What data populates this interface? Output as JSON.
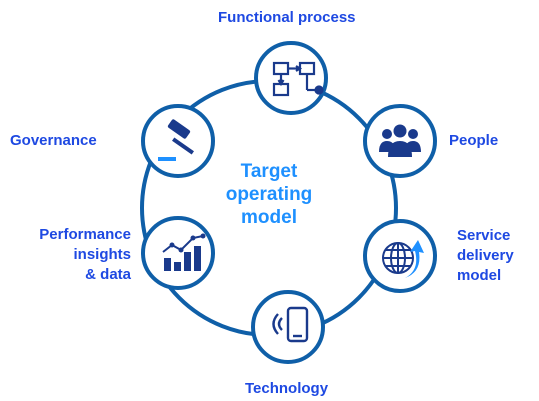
{
  "center": {
    "lines": [
      "Target",
      "operating",
      "model"
    ]
  },
  "nodes": {
    "functional_process": "Functional process",
    "people": "People",
    "service_delivery": [
      "Service",
      "delivery",
      "model"
    ],
    "technology": "Technology",
    "performance": [
      "Performance",
      "insights",
      "& data"
    ],
    "governance": "Governance"
  },
  "colors": {
    "ring": "#0f5fa8",
    "label": "#1e49e2",
    "center": "#1e90ff",
    "icon": "#1a3a8c"
  },
  "icons": [
    "flowchart-icon",
    "people-group-icon",
    "globe-arrow-icon",
    "smartphone-signal-icon",
    "bar-chart-trend-icon",
    "gavel-icon"
  ]
}
